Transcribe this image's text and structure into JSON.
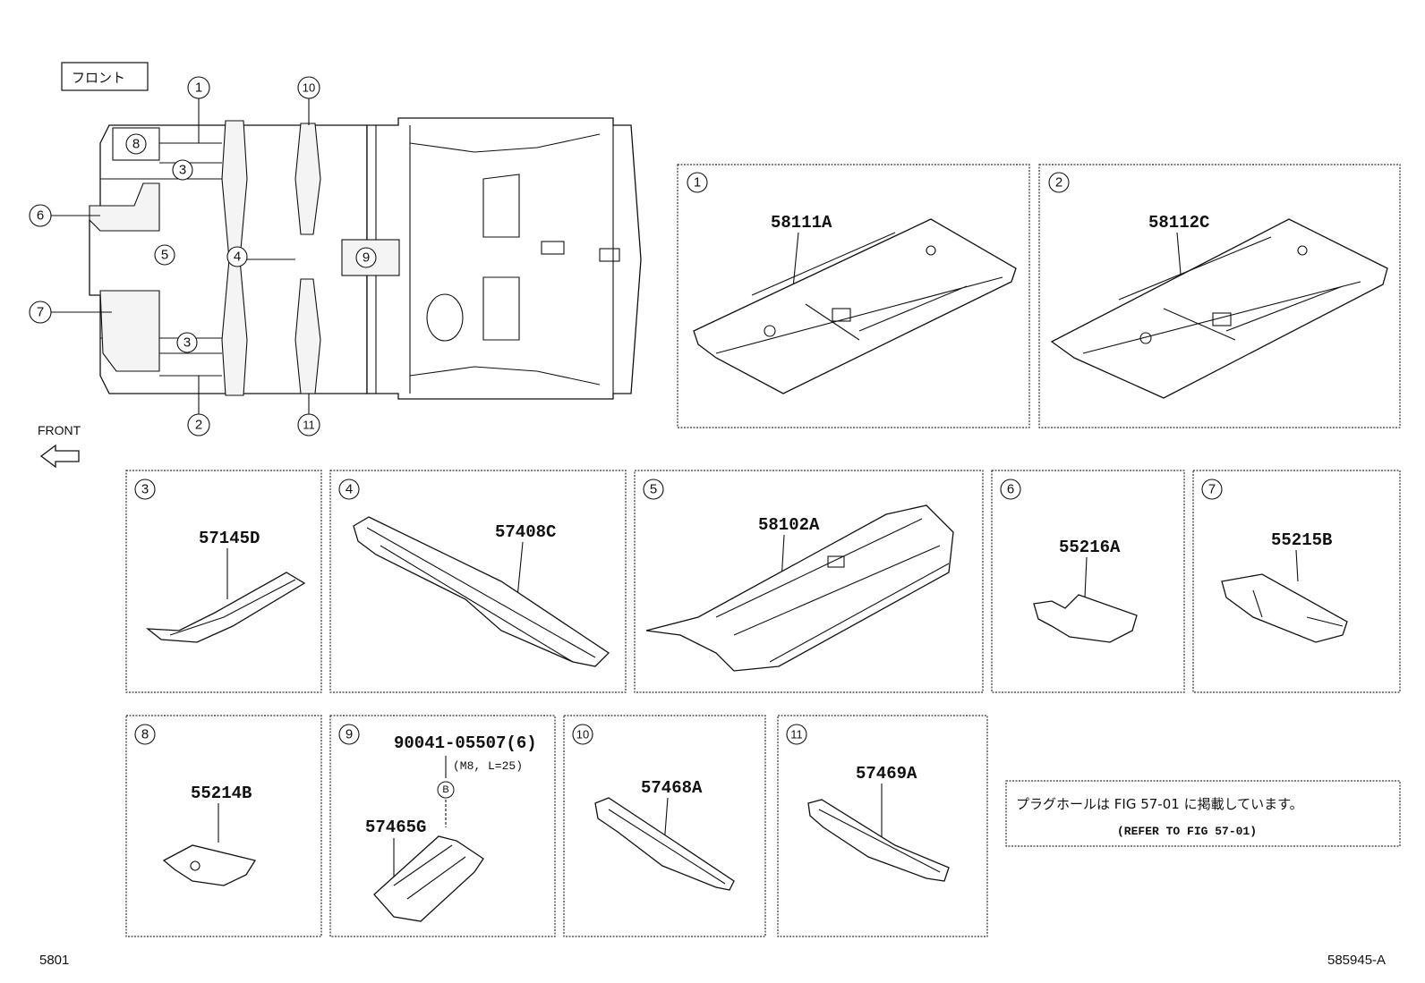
{
  "header": {
    "front_jp": "フロント",
    "front_en": "FRONT"
  },
  "overview_callouts": [
    "1",
    "2",
    "3",
    "3",
    "4",
    "5",
    "6",
    "7",
    "8",
    "9",
    "10",
    "11"
  ],
  "panels": [
    {
      "index": "1",
      "part": "58111A"
    },
    {
      "index": "2",
      "part": "58112C"
    },
    {
      "index": "3",
      "part": "57145D"
    },
    {
      "index": "4",
      "part": "57408C"
    },
    {
      "index": "5",
      "part": "58102A"
    },
    {
      "index": "6",
      "part": "55216A"
    },
    {
      "index": "7",
      "part": "55215B"
    },
    {
      "index": "8",
      "part": "55214B"
    },
    {
      "index": "9",
      "part": "57465G",
      "bolt_part": "90041-05507(6)",
      "bolt_spec": "(M8, L=25)",
      "bolt_marker": "B"
    },
    {
      "index": "10",
      "part": "57468A"
    },
    {
      "index": "11",
      "part": "57469A"
    }
  ],
  "note": {
    "jp": "プラグホールは FIG 57-01 に掲載しています。",
    "en": "(REFER TO FIG 57-01)"
  },
  "footer": {
    "left": "5801",
    "right": "585945-A"
  }
}
